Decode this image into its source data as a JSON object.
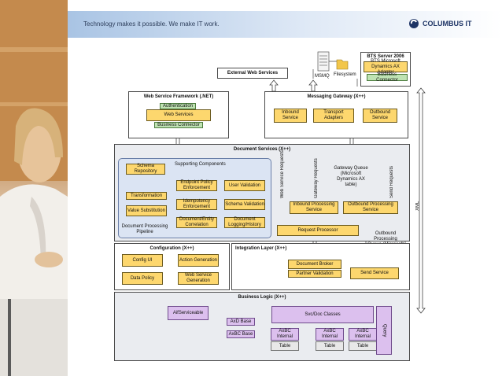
{
  "header": {
    "tagline": "Technology makes it possible. We make IT work.",
    "brand": "COLUMBUS IT"
  },
  "colors": {
    "banner": "#a9c4e4",
    "component": "#fdd76e",
    "adapter": "#bfe3b3",
    "business": "#dcc0ee"
  },
  "diagram": {
    "external_web_services": "External Web Services",
    "msmq": "MSMQ",
    "filesystem": "Filesystem",
    "bts_server": "BTS Server 2006",
    "bts_adapter": "BTS Microsoft Dynamics AX Adapter",
    "bts_connector": "Business Connector",
    "wsf_title": "Web Service Framework (.NET)",
    "authentication": "Authentication",
    "web_services": "Web Services",
    "wsf_connector": "Business Connector",
    "mg_title": "Messaging Gateway (X++)",
    "inbound_service": "Inbound Service",
    "transport_adapters": "Transport Adapters",
    "outbound_service": "Outbound Service",
    "ds_title": "Document Services (X++)",
    "supporting_components": "Supporting Components",
    "schema_repository": "Schema Repository",
    "transformation": "Transformation",
    "value_substitution": "Value Substitution",
    "pipeline": "Document Processing Pipeline",
    "endpoint_policy": "Endpoint Policy Enforcement",
    "user_validation": "User Validation",
    "idempotency": "Idempotency Enforcement",
    "schema_validation": "Schema Validation",
    "document_entity": "Document/Entity Correlation",
    "document_logging": "Document Logging/History",
    "web_service_requests": "Web Service Requests",
    "gateway_requests": "Gateway Requests",
    "send_requests": "Send Requests",
    "gateway_queue": "Gateway Queue (Microsoft Dynamics AX table)",
    "inbound_processing": "Inbound Processing Service",
    "outbound_processing": "Outbound Processing Service",
    "request_processor": "Request Processor",
    "outbound_queue": "Outbound Processing Queue (Microsoft Dynamics AX table)",
    "xml": "XML",
    "config_title": "Configuration (X++)",
    "config_ui": "Config UI",
    "action_generation": "Action Generation",
    "data_policy": "Data Policy",
    "ws_generation": "Web Service Generation",
    "integration_title": "Integration Layer (X++)",
    "document_broker": "Document Broker",
    "partner_validation": "Partner Validation",
    "send_service": "Send Service",
    "bl_title": "Business Logic (X++)",
    "afserviceable": "AifServiceable",
    "svc_doc": "Svc/Doc Classes",
    "axd_base": "AxD Base",
    "axbc_base": "AxBC Base",
    "axbc_internal": "AxBC Internal",
    "table": "Table",
    "query": "Query"
  }
}
